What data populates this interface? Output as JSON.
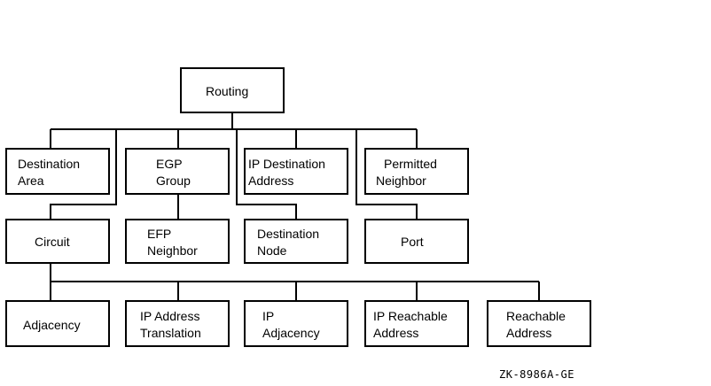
{
  "nodes": {
    "routing": "Routing",
    "destination_area": [
      "Destination",
      "Area"
    ],
    "egp_group": [
      "EGP",
      "Group"
    ],
    "ip_destination_address": [
      "IP Destination",
      "Address"
    ],
    "permitted_neighbor": [
      "Permitted",
      "Neighbor"
    ],
    "circuit": "Circuit",
    "efp_neighbor": [
      "EFP",
      "Neighbor"
    ],
    "destination_node": [
      "Destination",
      "Node"
    ],
    "port": "Port",
    "adjacency": "Adjacency",
    "ip_address_translation": [
      "IP Address",
      "Translation"
    ],
    "ip_adjacency": [
      "IP",
      "Adjacency"
    ],
    "ip_reachable_address": [
      "IP Reachable",
      "Address"
    ],
    "reachable_address": [
      "Reachable",
      "Address"
    ]
  },
  "figure_id": "ZK-8986A-GE"
}
